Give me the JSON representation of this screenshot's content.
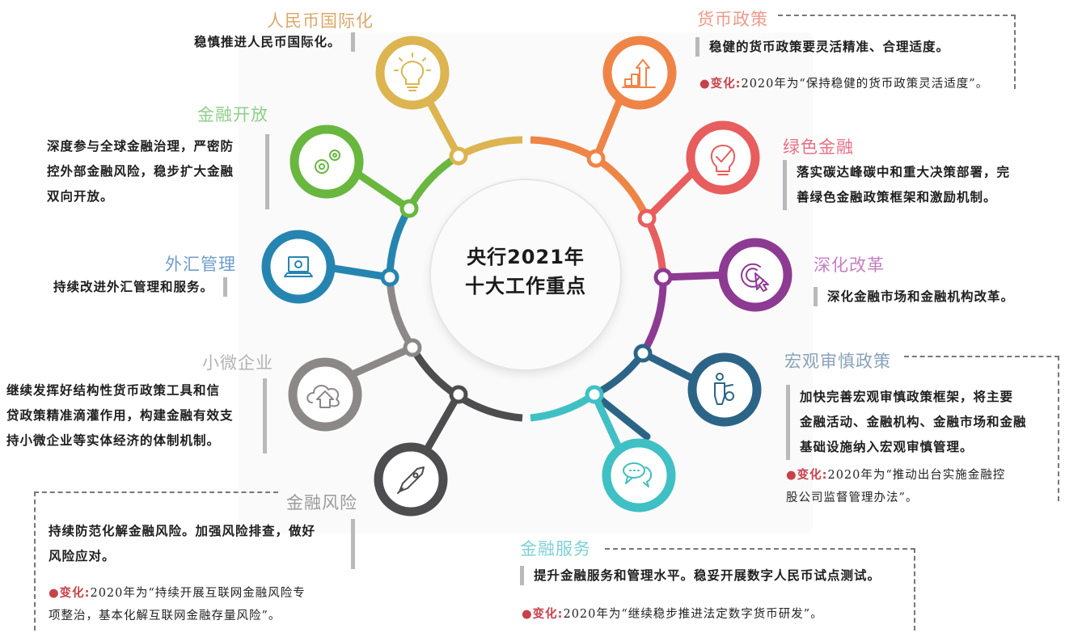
{
  "center": {
    "line1": "央行2021年",
    "line2": "十大工作重点"
  },
  "topics": [
    {
      "id": "rmb",
      "title": "人民币国际化",
      "color": "#dcb450",
      "icon": "lightbulb-icon",
      "desc": [
        "稳慎推进人民币国际化。"
      ]
    },
    {
      "id": "monetary",
      "title": "货币政策",
      "color": "#ef8447",
      "icon": "bar-chart-arrow-icon",
      "desc": [
        "稳健的货币政策要灵活精准、合理适度。"
      ],
      "change": {
        "label": "变化",
        "text": "2020年为“保持稳健的货币政策灵活适度”。"
      }
    },
    {
      "id": "opening",
      "title": "金融开放",
      "color": "#69b73e",
      "icon": "gears-icon",
      "desc": [
        "深度参与全球金融治理，严密防",
        "控外部金融风险，稳步扩大金融",
        "双向开放。"
      ]
    },
    {
      "id": "green",
      "title": "绿色金融",
      "color": "#e85d5d",
      "icon": "lightbulb-check-icon",
      "desc": [
        "落实碳达峰碳中和重大决策部署，完",
        "善绿色金融政策框架和激励机制。"
      ]
    },
    {
      "id": "fx",
      "title": "外汇管理",
      "color": "#2585b0",
      "icon": "laptop-gear-icon",
      "desc": [
        "持续改进外汇管理和服务。"
      ]
    },
    {
      "id": "reform",
      "title": "深化改革",
      "color": "#8d3a93",
      "icon": "target-cursor-icon",
      "desc": [
        "深化金融市场和金融机构改革。"
      ]
    },
    {
      "id": "sme",
      "title": "小微企业",
      "color": "#8c8888",
      "icon": "cloud-upload-icon",
      "desc": [
        "继续发挥好结构性货币政策工具和信",
        "贷政策精准滴灌作用，构建金融有效支",
        "持小微企业等实体经济的体制机制。"
      ]
    },
    {
      "id": "macro",
      "title": "宏观审慎政策",
      "color": "#2c6487",
      "icon": "person-gear-icon",
      "desc": [
        "加快完善宏观审慎政策框架，将主要",
        "金融活动、金融机构、金融市场和金融",
        "基础设施纳入宏观审慎管理。"
      ],
      "change": {
        "label": "变化",
        "text": "2020年为“推动出台实施金融控股公司监督管理办法”。",
        "lines": [
          "2020年为“推动出台实施金融控",
          "股公司监督管理办法”。"
        ]
      }
    },
    {
      "id": "risk",
      "title": "金融风险",
      "color": "#4d4d4f",
      "icon": "rocket-icon",
      "desc": [
        "持续防范化解金融风险。加强风险排查，做好",
        "风险应对。"
      ],
      "change": {
        "label": "变化",
        "text": "2020年为“持续开展互联网金融风险专项整治，基本化解互联网金融存量风险”。",
        "lines": [
          "2020年为“持续开展互联网金融风险专",
          "项整治，基本化解互联网金融存量风险”。"
        ]
      }
    },
    {
      "id": "service",
      "title": "金融服务",
      "color": "#3fc0c4",
      "icon": "chat-bubbles-icon",
      "desc": [
        "提升金融服务和管理水平。稳妥开展数字人民币试点测试。"
      ],
      "change": {
        "label": "变化",
        "text": "2020年为“继续稳步推进法定数字货币研发”。"
      }
    }
  ],
  "change_marker": "●"
}
